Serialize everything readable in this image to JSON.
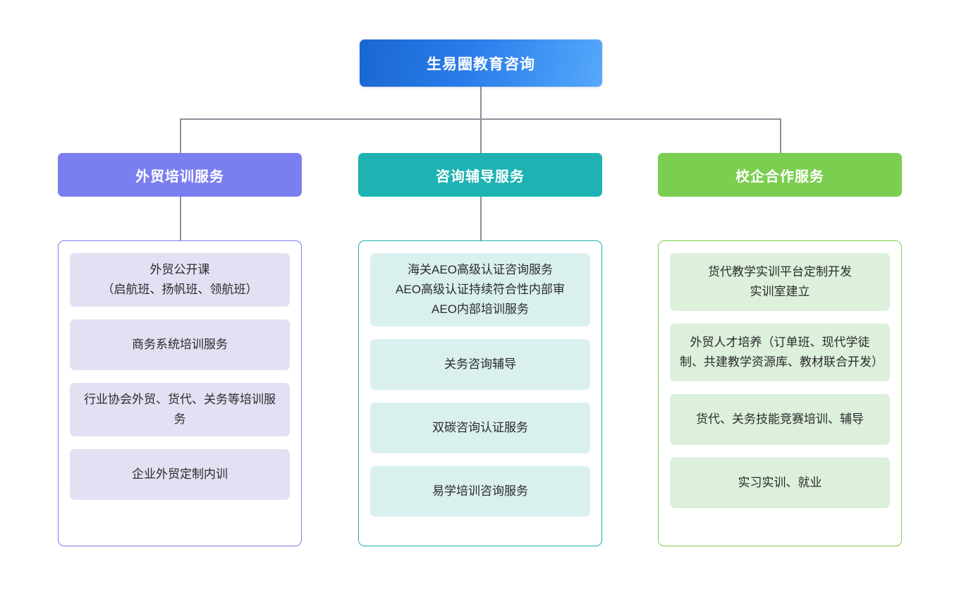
{
  "diagram": {
    "type": "organization-chart",
    "orientation": "top-down",
    "root": {
      "label": "生易圈教育咨询",
      "color": "#2a7cea",
      "gradient_from": "#1967d2",
      "gradient_to": "#55a8fb",
      "text_color": "#ffffff"
    },
    "connector_color": "#8a9199",
    "background": "#ffffff",
    "branches": [
      {
        "id": "branch-foreign-trade-training",
        "label": "外贸培训服务",
        "header_color": "#7b7ef0",
        "leaf_color": "#e3e0f4",
        "border_color": "#7b7ef0",
        "items": [
          "外贸公开课\n（启航班、扬帆班、领航班）",
          "商务系统培训服务",
          "行业协会外贸、货代、关务等培训服务",
          "企业外贸定制内训"
        ]
      },
      {
        "id": "branch-consulting-coaching",
        "label": "咨询辅导服务",
        "header_color": "#1eb2b2",
        "leaf_color": "#d9f0ef",
        "border_color": "#1eb2b2",
        "items": [
          "海关AEO高级认证咨询服务\nAEO高级认证持续符合性内部审\nAEO内部培训服务",
          "关务咨询辅导",
          "双碳咨询认证服务",
          "易学培训咨询服务"
        ]
      },
      {
        "id": "branch-school-enterprise",
        "label": "校企合作服务",
        "header_color": "#7bce4f",
        "leaf_color": "#dcf0dc",
        "border_color": "#7bce4f",
        "items": [
          "货代教学实训平台定制开发\n实训室建立",
          "外贸人才培养（订单班、现代学徒制、共建教学资源库、教材联合开发）",
          "货代、关务技能竞赛培训、辅导",
          "实习实训、就业"
        ]
      }
    ]
  }
}
